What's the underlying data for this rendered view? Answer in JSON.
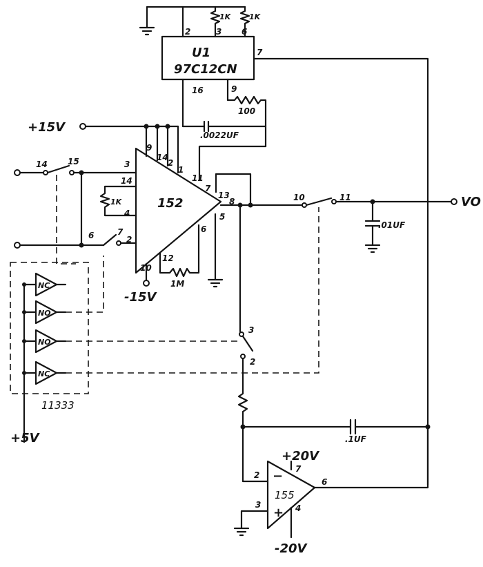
{
  "u1": {
    "name": "U1",
    "part": "97C12CN",
    "pins": {
      "p2": "2",
      "p3": "3",
      "p6": "6",
      "p7": "7",
      "p16": "16",
      "p9": "9"
    }
  },
  "resistors": {
    "r1k_a": "1K",
    "r1k_b": "1K",
    "r100": "100",
    "r1k_mid": "1K",
    "r1m": "1M"
  },
  "capacitors": {
    "c0022": ".0022UF",
    "c01": ".01UF",
    "c1": ".1UF"
  },
  "supplies": {
    "p15": "+15V",
    "m15": "-15V",
    "p5": "+5V",
    "p20": "+20V",
    "m20": "-20V"
  },
  "u152": {
    "name": "152",
    "pins": [
      "9",
      "14",
      "2",
      "1",
      "11",
      "7",
      "13",
      "8",
      "5",
      "6",
      "12",
      "10",
      "3",
      "14",
      "4",
      "2"
    ]
  },
  "u155": {
    "name": "155",
    "pins": {
      "inv": "2",
      "noninv": "3",
      "out": "6",
      "vp": "7",
      "vm": "4"
    },
    "minus": "−",
    "plus": "+"
  },
  "switch_ic": {
    "name": "11333",
    "gates": [
      "NC",
      "NO",
      "NO",
      "NC"
    ]
  },
  "switch_pins": {
    "s14": "14",
    "s15": "15",
    "s6": "6",
    "s7": "7",
    "s10": "10",
    "s11": "11",
    "s3": "3",
    "s2": "2"
  },
  "output": {
    "label": "VO"
  }
}
